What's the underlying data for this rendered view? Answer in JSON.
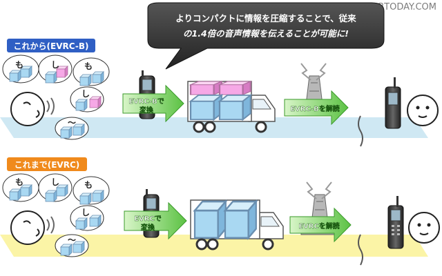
{
  "watermark": "RBBTODAY.COM",
  "callout": {
    "line1": "よりコンパクトに情報を圧縮することで、従来",
    "line2": "の1.4倍の音声情報を伝えることが可能に!"
  },
  "top_row": {
    "badge": "これから(EVRC-B)",
    "badge_color": "#2f5fc4",
    "speech": [
      "も",
      "し",
      "も",
      "し",
      "〜"
    ],
    "encode_label": [
      "EVRC-Bで",
      "変換"
    ],
    "decode_label": "EVRC-Bを解読",
    "road_color": "#cfe8f3",
    "cube_colors": [
      "#f6a8e6",
      "#a9d8f2"
    ]
  },
  "bottom_row": {
    "badge": "これまで(EVRC)",
    "badge_color": "#f08a1c",
    "speech": [
      "も",
      "し",
      "も",
      "し",
      "〜"
    ],
    "encode_label": [
      "EVRCで",
      "変換"
    ],
    "decode_label": "EVRCを解読",
    "road_color": "#fbf4a6",
    "cube_colors": [
      "#a9d8f2"
    ]
  }
}
